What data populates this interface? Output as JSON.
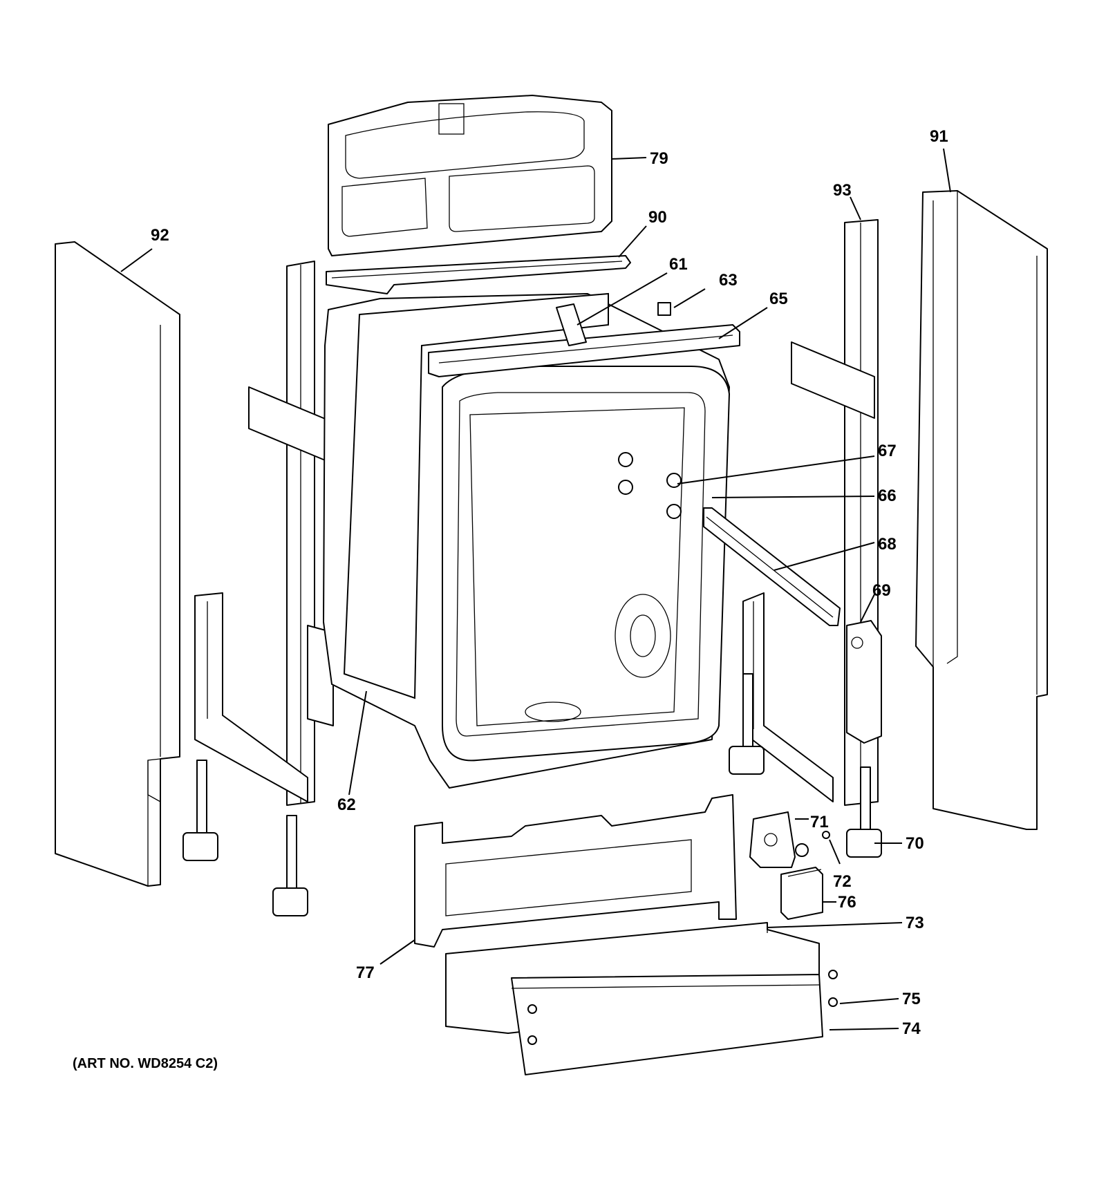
{
  "diagram": {
    "callouts": {
      "c79": "79",
      "c90": "90",
      "c91": "91",
      "c92": "92",
      "c93": "93",
      "c61": "61",
      "c62": "62",
      "c63": "63",
      "c65": "65",
      "c66": "66",
      "c67": "67",
      "c68": "68",
      "c69": "69",
      "c70": "70",
      "c71": "71",
      "c72": "72",
      "c73": "73",
      "c74": "74",
      "c75": "75",
      "c76": "76",
      "c77": "77"
    },
    "art_number": "(ART NO. WD8254 C2)"
  }
}
